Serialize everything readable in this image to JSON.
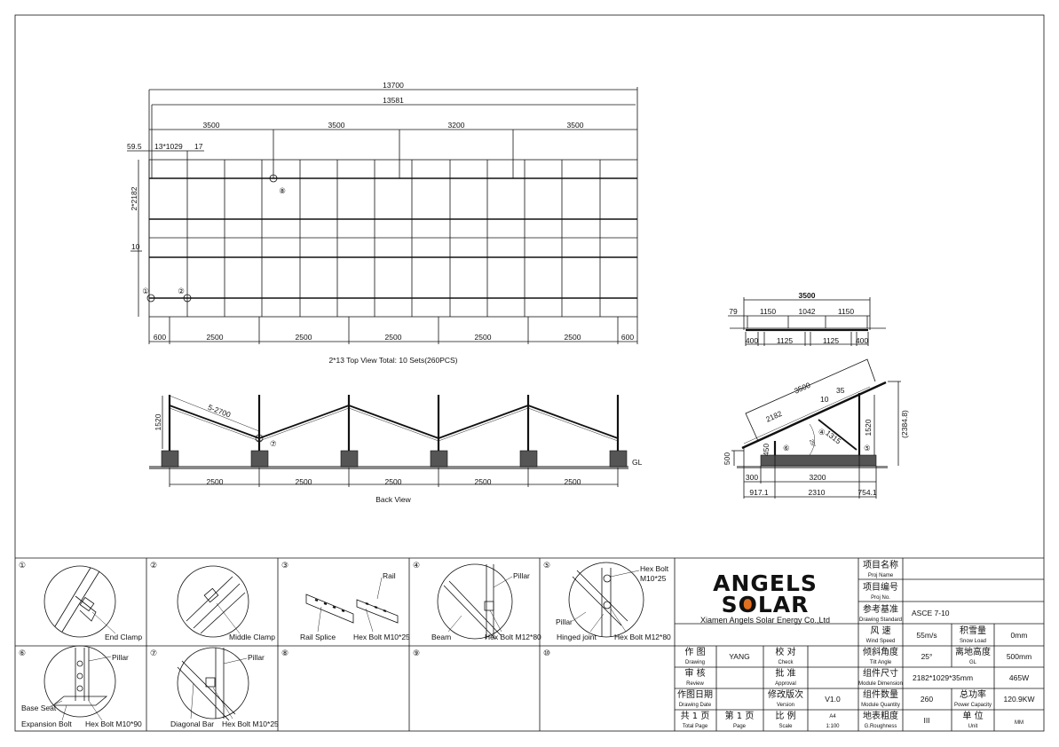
{
  "top_view": {
    "dim_total_outer": "13700",
    "dim_total_inner": "13581",
    "dim_segments": [
      "3500",
      "3500",
      "3200",
      "3500"
    ],
    "dim_edge": "59.5",
    "dim_modules": "13*1029",
    "dim_gap": "17",
    "dim_module_height": "2*2182",
    "dim_row_gap": "10",
    "dim_pillars": [
      "600",
      "2500",
      "2500",
      "2500",
      "2500",
      "2500",
      "600"
    ],
    "marker_1": "①",
    "marker_2": "②",
    "marker_8": "⑧",
    "caption": "2*13 Top View Total: 10 Sets(260PCS)"
  },
  "back_view": {
    "dim_height": "1520",
    "diagonal_label": "5-2700",
    "marker_7": "⑦",
    "ground_label": "GL",
    "dim_spacing": [
      "2500",
      "2500",
      "2500",
      "2500",
      "2500"
    ],
    "caption": "Back View"
  },
  "front_view": {
    "dim_total": "3500",
    "dim_top": [
      "79",
      "1150",
      "1042",
      "1150"
    ],
    "dim_bottom": [
      "400",
      "1125",
      "1125",
      "400"
    ]
  },
  "side_view": {
    "dim_panel": "3500",
    "dim_module": "2182",
    "dim_gap": "10",
    "dim_thick": "35",
    "dim_angle": "25°",
    "dim_diagonal": "1315",
    "dim_front_pillar": "450",
    "dim_rear_pillar": "1520",
    "dim_total_height": "(2384.8)",
    "dim_clearance": "500",
    "dim_foundation_h": "300",
    "dim_foundation_w": "3200",
    "dim_bottom": [
      "917.1",
      "2310",
      "754.1"
    ],
    "marker_4": "④",
    "marker_5": "⑤",
    "marker_6": "⑥"
  },
  "details": [
    {
      "num": "①",
      "labels": [
        "End Clamp"
      ]
    },
    {
      "num": "②",
      "labels": [
        "Middle Clamp"
      ]
    },
    {
      "num": "③",
      "labels": [
        "Rail",
        "Rail Splice",
        "Hex Bolt M10*25"
      ]
    },
    {
      "num": "④",
      "labels": [
        "Pillar",
        "Beam",
        "Hex Bolt M12*80"
      ]
    },
    {
      "num": "⑤",
      "labels": [
        "Hex Bolt",
        "M10*25",
        "Pillar",
        "Hinged joint",
        "Hex Bolt M12*80"
      ]
    },
    {
      "num": "⑥",
      "labels": [
        "Pillar",
        "Base Seat",
        "Expansion Bolt",
        "Hex Bolt M10*90"
      ]
    },
    {
      "num": "⑦",
      "labels": [
        "Pillar",
        "Diagonal Bar",
        "Hex Bolt M10*25"
      ]
    },
    {
      "num": "⑧",
      "labels": []
    },
    {
      "num": "⑨",
      "labels": []
    },
    {
      "num": "⑩",
      "labels": []
    }
  ],
  "title_block": {
    "logo_line1": "ANGELS",
    "logo_line2": "SOLAR",
    "company": "Xiamen Angels Solar Energy Co.,Ltd",
    "brand_color": "#e07020",
    "proj_name": {
      "cn": "项目名称",
      "en": "Proj Name",
      "value": ""
    },
    "proj_no": {
      "cn": "项目编号",
      "en": "Proj No.",
      "value": ""
    },
    "standard": {
      "cn": "参考基准",
      "en": "Drawing Standard",
      "value": "ASCE 7-10"
    },
    "wind": {
      "cn": "风  速",
      "en": "Wind  Speed",
      "value": "55m/s"
    },
    "snow": {
      "cn": "积雪量",
      "en": "Snow Load",
      "value": "0mm"
    },
    "tilt": {
      "cn": "倾斜角度",
      "en": "Tilt Angle",
      "value": "25°"
    },
    "gl": {
      "cn": "离地高度",
      "en": "GL",
      "value": "500mm"
    },
    "module_dim": {
      "cn": "组件尺寸",
      "en": "Module Dimension",
      "value": "2182*1029*35mm"
    },
    "module_power": "465W",
    "module_qty": {
      "cn": "组件数量",
      "en": "Module Quantity",
      "value": "260"
    },
    "power_cap": {
      "cn": "总功率",
      "en": "Power Capacity",
      "value": "120.9KW"
    },
    "roughness": {
      "cn": "地表粗度",
      "en": "G.Roughness",
      "value": "III"
    },
    "unit": {
      "cn": "单  位",
      "en": "Unit",
      "value": "MM"
    },
    "drawing": {
      "cn": "作  图",
      "en": "Drawing",
      "value": "YANG"
    },
    "check": {
      "cn": "校  对",
      "en": "Check",
      "value": ""
    },
    "review": {
      "cn": "审  核",
      "en": "Review",
      "value": ""
    },
    "approval": {
      "cn": "批  准",
      "en": "Approval",
      "value": ""
    },
    "date": {
      "cn": "作图日期",
      "en": "Drawing Date",
      "value": ""
    },
    "version": {
      "cn": "修改版次",
      "en": "Version",
      "value": "V1.0"
    },
    "total_page": {
      "cn": "共 1 页",
      "en": "Total Page"
    },
    "page": {
      "cn": "第 1 页",
      "en": "Page"
    },
    "scale": {
      "cn": "比  例",
      "en": "Scale",
      "paper": "A4",
      "value": "1:100"
    }
  }
}
